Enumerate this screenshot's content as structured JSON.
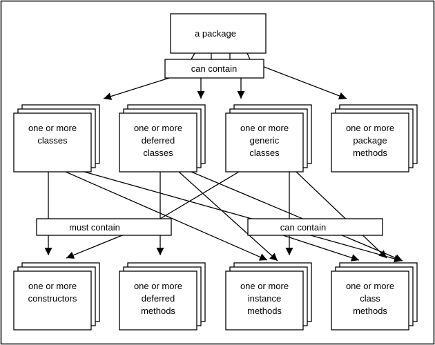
{
  "root": {
    "label": "a package"
  },
  "connectors": {
    "top": "can contain",
    "must": "must contain",
    "can": "can contain"
  },
  "row1": [
    {
      "id": "classes",
      "lines": [
        "one or more",
        "classes"
      ]
    },
    {
      "id": "deferred-classes",
      "lines": [
        "one or more",
        "deferred",
        "classes"
      ]
    },
    {
      "id": "generic-classes",
      "lines": [
        "one or more",
        "generic",
        "classes"
      ]
    },
    {
      "id": "package-methods",
      "lines": [
        "one or more",
        "package",
        "methods"
      ]
    }
  ],
  "row2": [
    {
      "id": "constructors",
      "lines": [
        "one or more",
        "constructors"
      ]
    },
    {
      "id": "deferred-methods",
      "lines": [
        "one or more",
        "deferred",
        "methods"
      ]
    },
    {
      "id": "instance-methods",
      "lines": [
        "one or more",
        "instance",
        "methods"
      ]
    },
    {
      "id": "class-methods",
      "lines": [
        "one or more",
        "class",
        "methods"
      ]
    }
  ]
}
